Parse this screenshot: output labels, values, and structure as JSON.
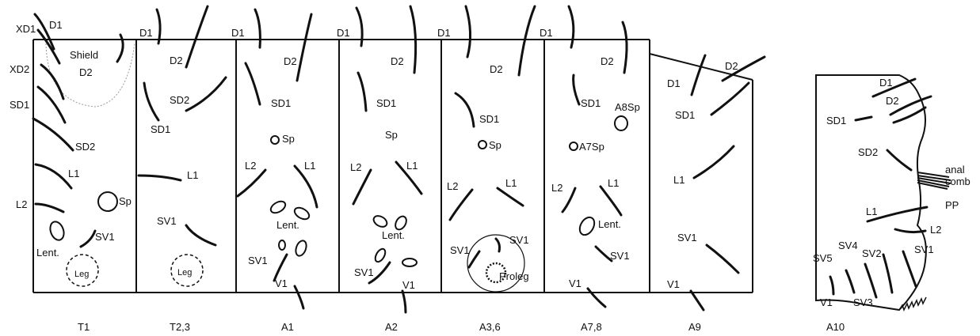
{
  "segments": [
    "T1",
    "T2,3",
    "A1",
    "A2",
    "A3,6",
    "A7,8",
    "A9",
    "A10"
  ],
  "t1": {
    "xd1": "XD1",
    "d1": "D1",
    "xd2": "XD2",
    "shield": "Shield",
    "d2": "D2",
    "sd1": "SD1",
    "sd2": "SD2",
    "l1": "L1",
    "l2": "L2",
    "sp": "Sp",
    "lent": "Lent.",
    "sv1": "SV1",
    "leg": "Leg"
  },
  "t23": {
    "d1": "D1",
    "d2": "D2",
    "sd2": "SD2",
    "sd1": "SD1",
    "l1": "L1",
    "sv1": "SV1",
    "leg": "Leg"
  },
  "a1": {
    "d1": "D1",
    "d2": "D2",
    "sd1": "SD1",
    "sp": "Sp",
    "l2": "L2",
    "l1": "L1",
    "lent": "Lent.",
    "sv1": "SV1",
    "v1": "V1"
  },
  "a2": {
    "d1": "D1",
    "d2": "D2",
    "sd1": "SD1",
    "sp": "Sp",
    "l2": "L2",
    "l1": "L1",
    "lent": "Lent.",
    "sv1": "SV1",
    "v1": "V1"
  },
  "a36": {
    "d1": "D1",
    "d2": "D2",
    "sd1": "SD1",
    "sp": "Sp",
    "l2": "L2",
    "l1": "L1",
    "sv1a": "SV1",
    "sv1b": "SV1",
    "proleg": "Proleg"
  },
  "a78": {
    "d1": "D1",
    "d2": "D2",
    "sd1": "SD1",
    "a8sp": "A8Sp",
    "a7sp": "A7Sp",
    "l2": "L2",
    "l1": "L1",
    "lent": "Lent.",
    "sv1": "SV1",
    "v1": "V1"
  },
  "a9": {
    "d1": "D1",
    "d2": "D2",
    "sd1": "SD1",
    "l1": "L1",
    "sv1": "SV1",
    "v1": "V1"
  },
  "a10": {
    "d1": "D1",
    "d2": "D2",
    "sd1": "SD1",
    "sd2": "SD2",
    "anal": "anal",
    "comb": "comb",
    "l1": "L1",
    "pp": "PP",
    "l2": "L2",
    "sv5": "SV5",
    "sv4": "SV4",
    "sv2": "SV2",
    "sv1": "SV1",
    "v1": "V1",
    "sv3": "SV3"
  }
}
